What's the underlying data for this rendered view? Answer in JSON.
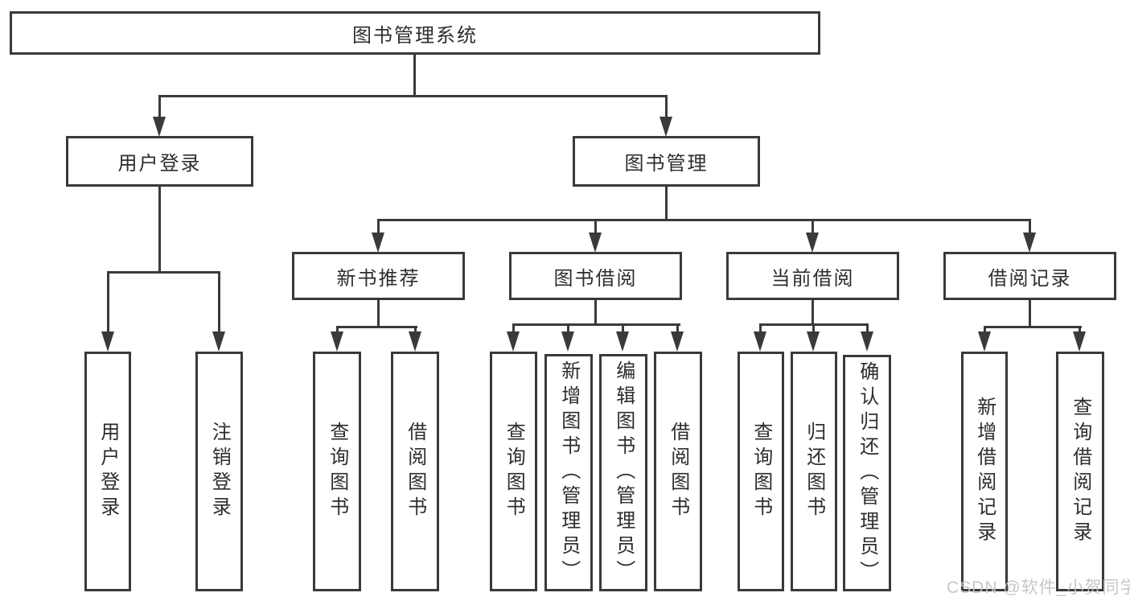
{
  "colors": {
    "line": "#3a3a3a",
    "text": "#2d2d2d",
    "background": "#ffffff",
    "watermark": "#c3c3c3"
  },
  "watermark": "CSDN @软件_小贺同学",
  "tree": {
    "root": "图书管理系统",
    "branches": [
      {
        "label": "用户登录",
        "children": [
          "用户登录",
          "注销登录"
        ]
      },
      {
        "label": "图书管理",
        "groups": [
          {
            "label": "新书推荐",
            "children": [
              "查询图书",
              "借阅图书"
            ]
          },
          {
            "label": "图书借阅",
            "children": [
              "查询图书",
              "新增图书（管理员）",
              "编辑图书（管理员）",
              "借阅图书"
            ]
          },
          {
            "label": "当前借阅",
            "children": [
              "查询图书",
              "归还图书",
              "确认归还（管理员）"
            ]
          },
          {
            "label": "借阅记录",
            "children": [
              "新增借阅记录",
              "查询借阅记录"
            ]
          }
        ]
      }
    ]
  }
}
